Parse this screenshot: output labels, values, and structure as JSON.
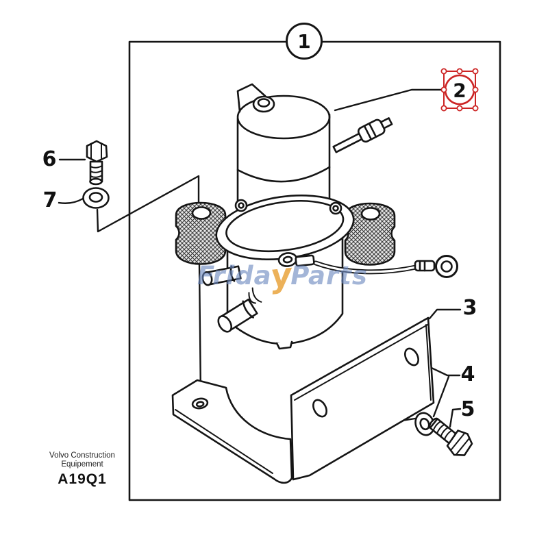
{
  "diagram": {
    "callouts": {
      "c1": {
        "label": "1"
      },
      "c2": {
        "label": "2"
      },
      "c3": {
        "label": "3"
      },
      "c4": {
        "label": "4"
      },
      "c5": {
        "label": "5"
      },
      "c6": {
        "label": "6"
      },
      "c7": {
        "label": "7"
      }
    },
    "selected_callout": "2"
  },
  "watermark": {
    "text_left": "Frida",
    "text_accent": "y",
    "text_right": "Parts"
  },
  "footer": {
    "brand_line1": "Volvo Construction",
    "brand_line2": "Equipement",
    "figure_code": "A19Q1"
  },
  "colors": {
    "selection_red": "#cc2424",
    "watermark_blue": "#6a87be",
    "watermark_orange": "#e9a33c",
    "ink": "#151515"
  }
}
